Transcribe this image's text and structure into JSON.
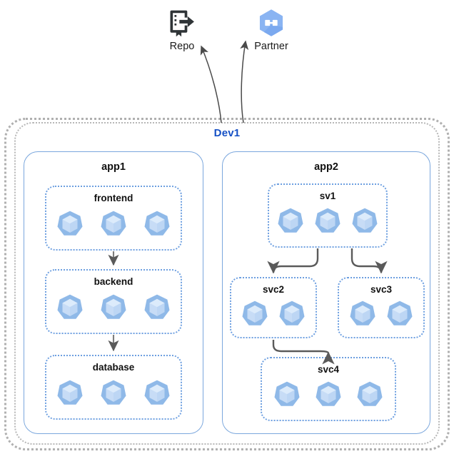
{
  "diagram": {
    "title": "Dev1",
    "colors": {
      "cluster_label": "#1550c5",
      "app_border": "#7ba7dd",
      "service_border": "#6d9fe0",
      "cluster_border": "#b0b0b0",
      "pod_body": "#8fb9e8",
      "pod_face": "#c7dcf6",
      "arrow": "#5a5a5a",
      "partner_hex": "#8ab4f2",
      "repo_icon": "#2f3437"
    },
    "external_nodes": [
      {
        "id": "repo",
        "label": "Repo",
        "icon": "repo-icon"
      },
      {
        "id": "partner",
        "label": "Partner",
        "icon": "partner-interconnect-icon"
      }
    ],
    "apps": [
      {
        "id": "app1",
        "label": "app1",
        "services": [
          {
            "id": "frontend",
            "label": "frontend",
            "pods": 3
          },
          {
            "id": "backend",
            "label": "backend",
            "pods": 3
          },
          {
            "id": "database",
            "label": "database",
            "pods": 3
          }
        ]
      },
      {
        "id": "app2",
        "label": "app2",
        "services": [
          {
            "id": "sv1",
            "label": "sv1",
            "pods": 3
          },
          {
            "id": "svc2",
            "label": "svc2",
            "pods": 2
          },
          {
            "id": "svc3",
            "label": "svc3",
            "pods": 2
          },
          {
            "id": "svc4",
            "label": "svc4",
            "pods": 3
          }
        ]
      }
    ],
    "edges": [
      {
        "from": "frontend",
        "to": "backend"
      },
      {
        "from": "backend",
        "to": "database"
      },
      {
        "from": "sv1",
        "to": "svc2"
      },
      {
        "from": "sv1",
        "to": "svc3"
      },
      {
        "from": "svc2",
        "to": "svc4"
      },
      {
        "from": "Dev1",
        "to": "repo"
      },
      {
        "from": "Dev1",
        "to": "partner"
      }
    ]
  }
}
